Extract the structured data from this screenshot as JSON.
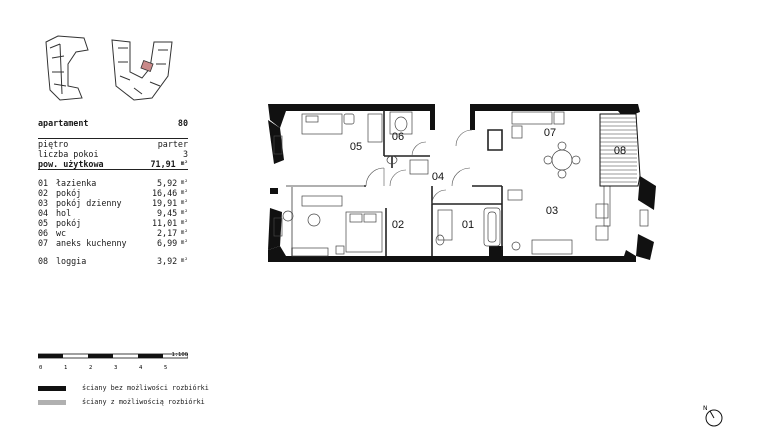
{
  "apartment": {
    "label": "apartament",
    "number": "80"
  },
  "summary": [
    {
      "label": "piętro",
      "value": "parter",
      "unit": ""
    },
    {
      "label": "liczba pokoi",
      "value": "3",
      "unit": ""
    },
    {
      "label": "pow. użytkowa",
      "value": "71,91",
      "unit": "m²"
    }
  ],
  "rooms": [
    {
      "no": "01",
      "name": "łazienka",
      "area": "5,92",
      "unit": "m²"
    },
    {
      "no": "02",
      "name": "pokój",
      "area": "16,46",
      "unit": "m²"
    },
    {
      "no": "03",
      "name": "pokój dzienny",
      "area": "19,91",
      "unit": "m²"
    },
    {
      "no": "04",
      "name": "hol",
      "area": "9,45",
      "unit": "m²"
    },
    {
      "no": "05",
      "name": "pokój",
      "area": "11,01",
      "unit": "m²"
    },
    {
      "no": "06",
      "name": "wc",
      "area": "2,17",
      "unit": "m²"
    },
    {
      "no": "07",
      "name": "aneks kuchenny",
      "area": "6,99",
      "unit": "m²"
    }
  ],
  "extra_rooms": [
    {
      "no": "08",
      "name": "loggia",
      "area": "3,92",
      "unit": "m²"
    }
  ],
  "scale": {
    "ratio": "1:100",
    "ticks": [
      "0",
      "1",
      "2",
      "3",
      "4",
      "5"
    ]
  },
  "legend": [
    {
      "label": "ściany bez możliwości rozbiórki",
      "color": "#111111"
    },
    {
      "label": "ściany z możliwością rozbiórki",
      "color": "#b0b0b0"
    }
  ],
  "plan_labels": [
    "01",
    "02",
    "03",
    "04",
    "05",
    "06",
    "07",
    "08"
  ],
  "north": {
    "label": "N"
  },
  "colors": {
    "wall": "#111111",
    "partition": "#b0b0b0",
    "highlight": "#c98a8a"
  }
}
